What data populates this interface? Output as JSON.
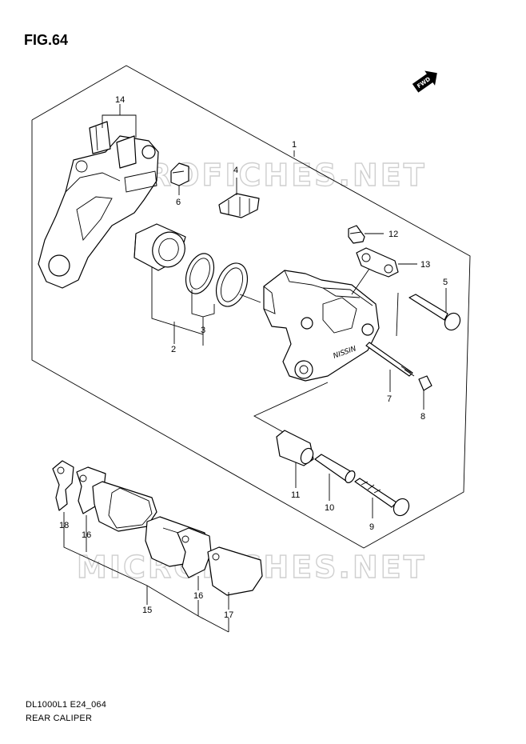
{
  "figure_label": "FIG.64",
  "watermark_text": "MICROFICHES.NET",
  "fwd_badge": "FWD",
  "footer": {
    "code": "DL1000L1 E24_064",
    "section": "REAR CALIPER"
  },
  "callouts": [
    {
      "id": "1",
      "label": "1"
    },
    {
      "id": "2",
      "label": "2"
    },
    {
      "id": "3",
      "label": "3"
    },
    {
      "id": "4",
      "label": "4"
    },
    {
      "id": "5",
      "label": "5"
    },
    {
      "id": "6",
      "label": "6"
    },
    {
      "id": "7",
      "label": "7"
    },
    {
      "id": "8",
      "label": "8"
    },
    {
      "id": "9",
      "label": "9"
    },
    {
      "id": "10",
      "label": "10"
    },
    {
      "id": "11",
      "label": "11"
    },
    {
      "id": "12",
      "label": "12"
    },
    {
      "id": "13",
      "label": "13"
    },
    {
      "id": "14",
      "label": "14"
    },
    {
      "id": "15",
      "label": "15"
    },
    {
      "id": "16a",
      "label": "16"
    },
    {
      "id": "16b",
      "label": "16"
    },
    {
      "id": "17",
      "label": "17"
    },
    {
      "id": "18",
      "label": "18"
    }
  ]
}
